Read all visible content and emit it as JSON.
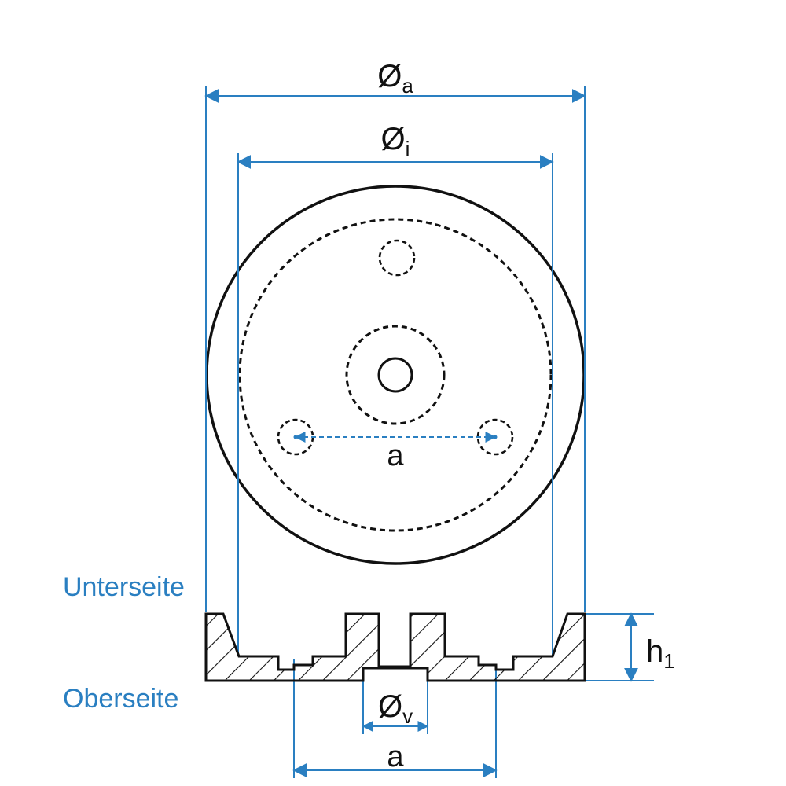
{
  "colors": {
    "dimension": "#2a7fc1",
    "outline": "#111111",
    "label_side": "#2a7fc1",
    "background": "#ffffff"
  },
  "labels": {
    "outer_diameter": {
      "symbol": "Ø",
      "sub": "a"
    },
    "inner_diameter": {
      "symbol": "Ø",
      "sub": "i"
    },
    "hole_spacing_top": "a",
    "hole_spacing_bottom": "a",
    "bore_diameter": {
      "symbol": "Ø",
      "sub": "v"
    },
    "height": {
      "symbol": "h",
      "sub": "1"
    },
    "underside": "Unterseite",
    "topside": "Oberseite"
  }
}
